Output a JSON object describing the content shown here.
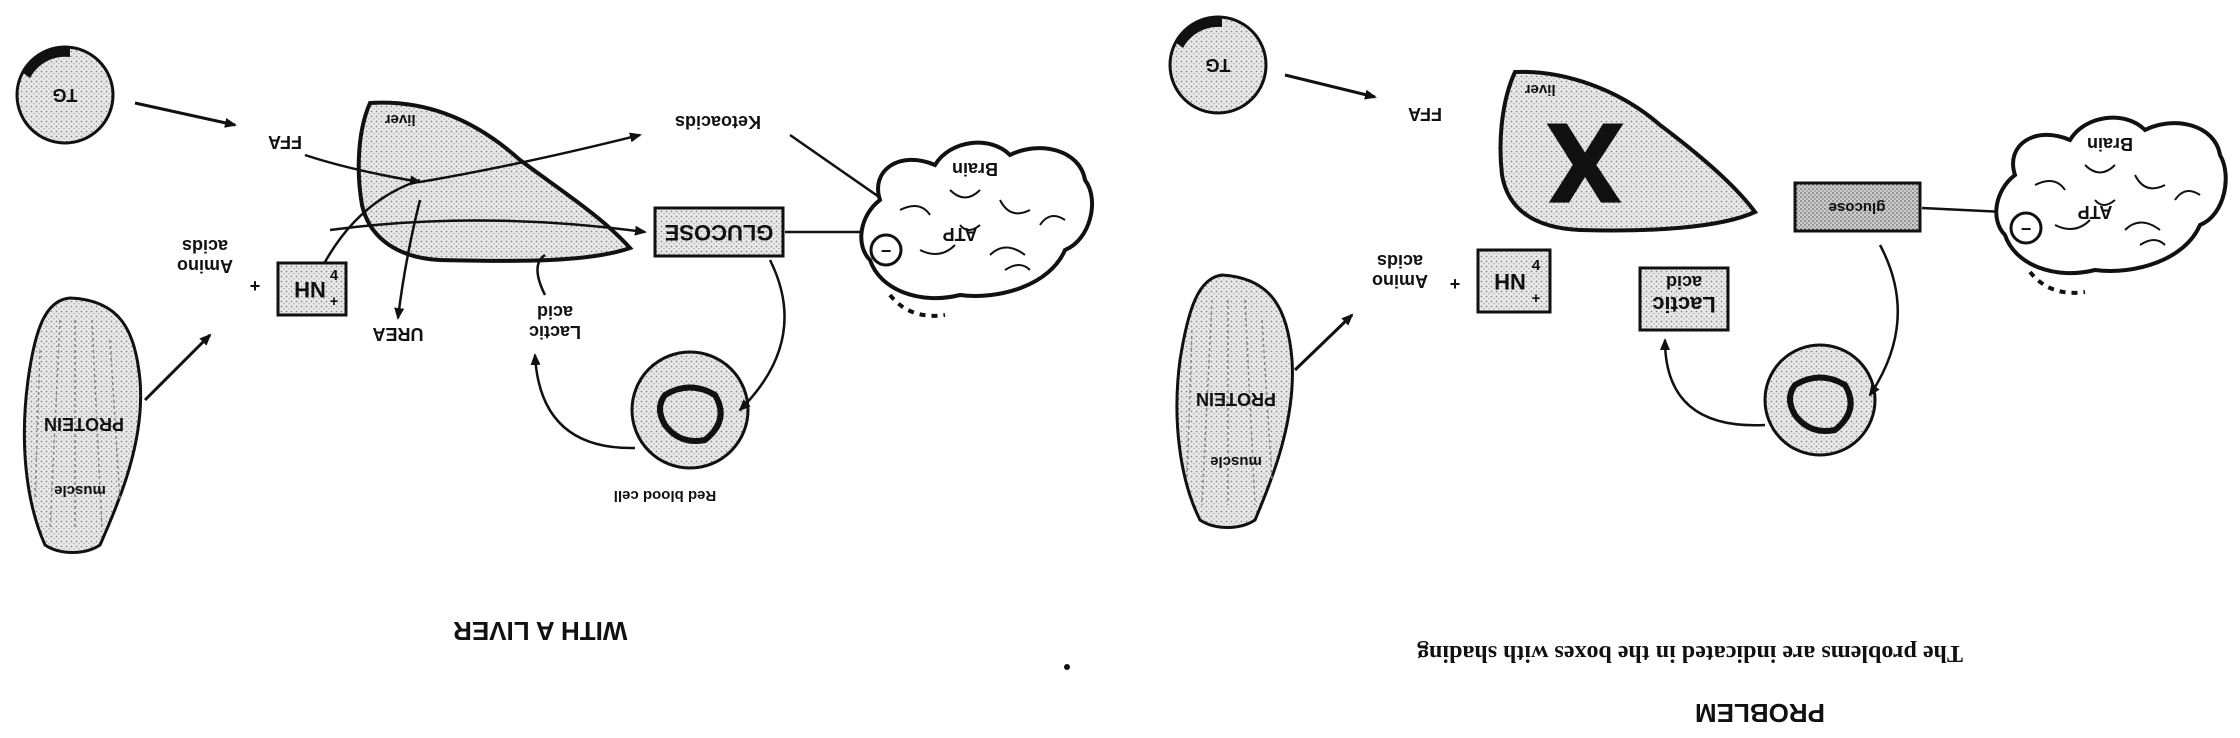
{
  "panel_left": {
    "title": "WITH A LIVER",
    "labels": {
      "tg": "TG",
      "ffa": "FFA",
      "liver": "liver",
      "ketoacids": "Ketoacids",
      "glucose": "GLUCOSE",
      "brain": "Brain",
      "atp": "ATP",
      "amino": "Amino",
      "acids": "acids",
      "plus": "+",
      "nh": "NH",
      "nh_sub": "4",
      "nh_sup": "+",
      "urea": "UREA",
      "lactic": "Lactic",
      "acid": "acid",
      "protein": "PROTEIN",
      "muscle": "muscle",
      "rbc": "Red blood cell",
      "minus": "−"
    }
  },
  "panel_right": {
    "title": "PROBLEM",
    "caption": "The problems are indicated in the boxes with shading",
    "labels": {
      "tg": "TG",
      "ffa": "FFA",
      "liver": "liver",
      "x_mark": "X",
      "glucose": "glucose",
      "brain": "Brain",
      "atp": "ATP",
      "amino": "Amino",
      "acids": "acids",
      "plus": "+",
      "nh": "NH",
      "nh_sub": "4",
      "nh_sup": "+",
      "lactic": "Lactic",
      "acid": "acid",
      "protein": "PROTEIN",
      "muscle": "muscle",
      "minus": "−"
    }
  }
}
